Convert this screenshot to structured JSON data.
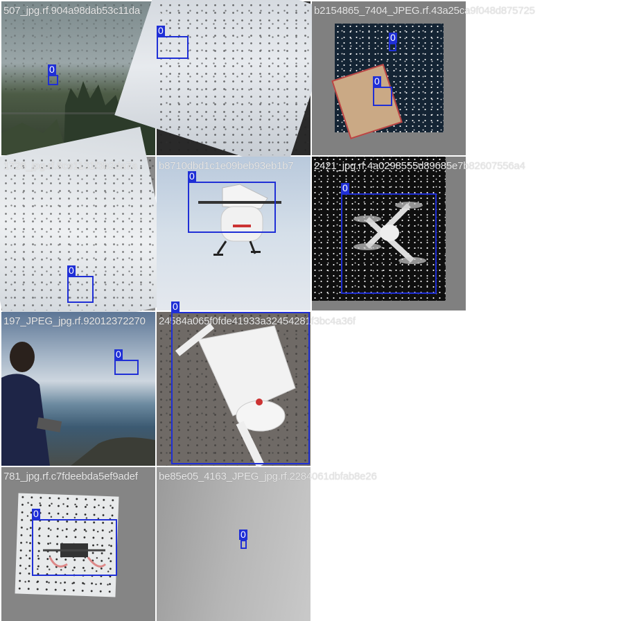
{
  "colors": {
    "box": "#1f2fd6",
    "caption": "#e6e6e6",
    "background": "#ffffff"
  },
  "tiles": [
    {
      "caption": "507_jpg.rf.904a98dab53c11da",
      "scene": "birds over trees and street lamps",
      "labels": [
        "0"
      ]
    },
    {
      "caption": "…",
      "scene": "flock of birds over grey sky",
      "labels": [
        "0"
      ]
    },
    {
      "caption": "b2154865_7404_JPEG.rf.43a25ca9f048d875725",
      "scene": "night sky with drones",
      "labels": [
        "0",
        "0"
      ]
    },
    {
      "caption": "1726_jpg.rf.8ce1131f3b2da7a",
      "scene": "birds in cloudy sky",
      "labels": [
        "0"
      ]
    },
    {
      "caption": "b8710dbd1c1e09beb93eb1b7",
      "scene": "white delivery drone",
      "labels": [
        "0"
      ]
    },
    {
      "caption": "2421_jpg.rf.4a0298555d89685e7b82607556a4",
      "scene": "quadcopter on dark starry background",
      "labels": [
        "0"
      ]
    },
    {
      "caption": "197_JPEG_jpg.rf.92012372270",
      "scene": "man with remote controller by the sea",
      "labels": [
        "0"
      ]
    },
    {
      "caption": "24584a065f0fde41933a32454281f3bc4a36f",
      "scene": "white quadcopter on gravel",
      "labels": [
        "0"
      ]
    },
    {
      "caption": "781_jpg.rf.c7fdeebda5ef9adef",
      "scene": "drone photo on white paper",
      "labels": [
        "0"
      ]
    },
    {
      "caption": "be85e05_4163_JPEG_jpg.rf.2284061dbfab8e26",
      "scene": "small drone in overcast sky",
      "labels": [
        "0"
      ]
    }
  ]
}
